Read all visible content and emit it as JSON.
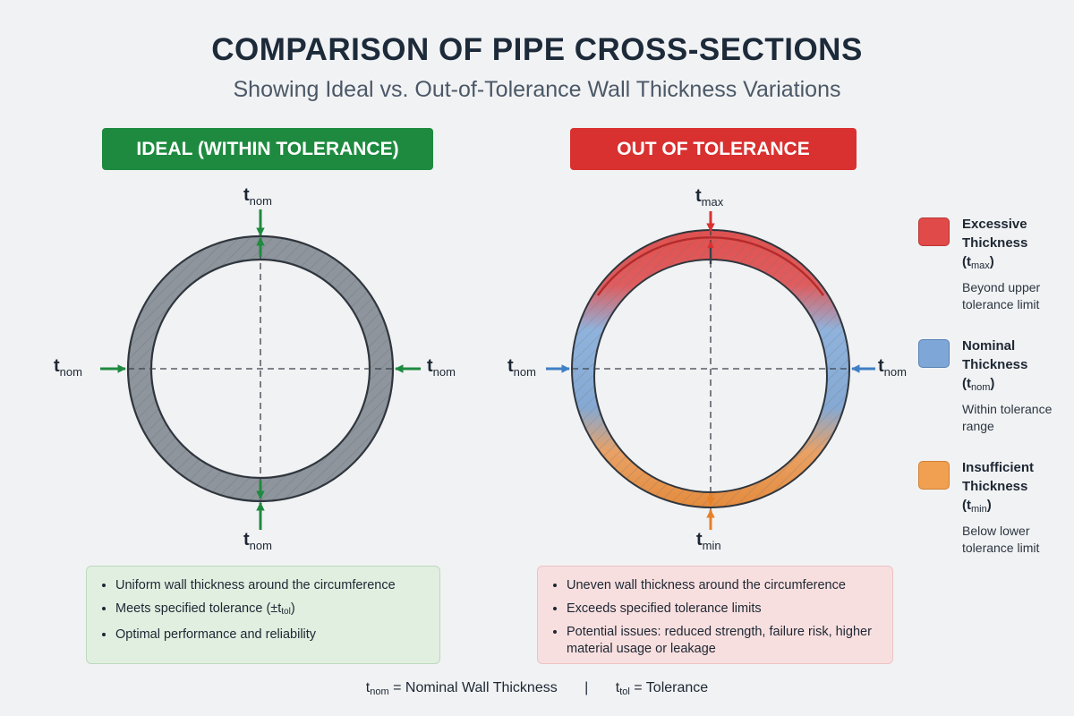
{
  "header": {
    "title": "COMPARISON OF PIPE CROSS-SECTIONS",
    "subtitle": "Showing Ideal vs. Out-of-Tolerance Wall Thickness Variations"
  },
  "panels": {
    "ideal": {
      "badge": "IDEAL (WITHIN TOLERANCE)",
      "label_symbol": "t",
      "labels": {
        "top": "nom",
        "left": "nom",
        "right": "nom",
        "bottom": "nom"
      },
      "color": "#1e8a3f",
      "notes": [
        "Uniform wall thickness around the circumference",
        "Meets specified tolerance (±t",
        "Optimal performance and reliability"
      ],
      "note_sub": "tol",
      "note_close": ")"
    },
    "out_of_tolerance": {
      "badge": "OUT OF TOLERANCE",
      "label_symbol": "t",
      "labels": {
        "top": "max",
        "left": "nom",
        "right": "nom",
        "bottom": "min"
      },
      "color": "#d93030",
      "notes": [
        "Uneven wall thickness around the circumference",
        "Exceeds specified tolerance limits",
        "Potential issues: reduced strength, failure risk, higher material usage or leakage"
      ]
    }
  },
  "legend": [
    {
      "title": "Excessive Thickness",
      "symbol": "(t",
      "sub": "max",
      "close": ")",
      "desc": "Beyond upper tolerance limit",
      "color": "#e04a48"
    },
    {
      "title": "Nominal Thickness",
      "symbol": "(t",
      "sub": "nom",
      "close": ")",
      "desc": "Within tolerance range",
      "color": "#7ea6d6"
    },
    {
      "title": "Insufficient Thickness",
      "symbol": "(t",
      "sub": "min",
      "close": ")",
      "desc": "Below lower tolerance limit",
      "color": "#f0a050"
    }
  ],
  "footer": {
    "nom_symbol": "t",
    "nom_sub": "nom",
    "nom_text": " = Nominal Wall Thickness",
    "separator": "|",
    "tol_symbol": "t",
    "tol_sub": "tol",
    "tol_text": " = Tolerance"
  },
  "colors": {
    "steel": "#8f959c",
    "green_arrow": "#1e8a3f",
    "blue_arrow": "#3f7fc4",
    "red_arrow": "#d93030",
    "orange_arrow": "#e5812a"
  }
}
